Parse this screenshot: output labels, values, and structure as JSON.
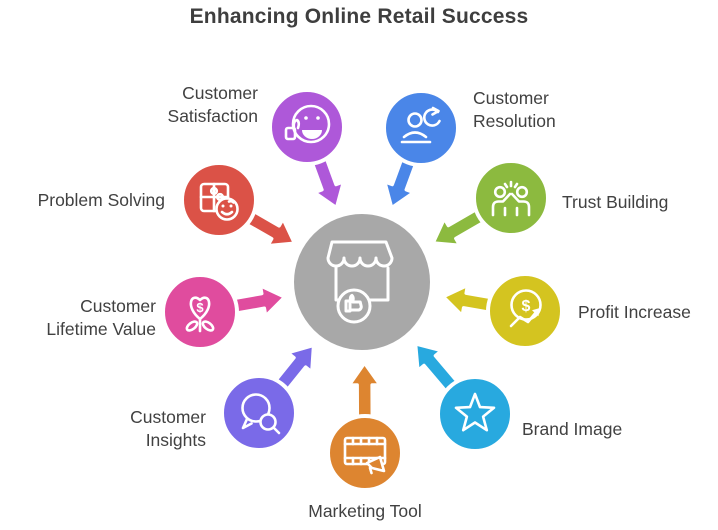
{
  "title": "Enhancing Online Retail Success",
  "colors": {
    "center_circle": "#a8a8a8",
    "label_text": "#414141"
  },
  "glyphs": {
    "dollar": "$"
  },
  "center": {
    "icon": "storefront-thumbs-up-icon"
  },
  "nodes": [
    {
      "id": "customer-satisfaction",
      "label": "Customer\nSatisfaction",
      "color": "#ae58d9",
      "icon": "smiley-thumbs-up-icon"
    },
    {
      "id": "customer-resolution",
      "label": "Customer\nResolution",
      "color": "#4a86e8",
      "icon": "person-refresh-icon"
    },
    {
      "id": "trust-building",
      "label": "Trust Building",
      "color": "#8cba3f",
      "icon": "high-five-people-icon"
    },
    {
      "id": "profit-increase",
      "label": "Profit Increase",
      "color": "#d4c420",
      "icon": "dollar-growth-chart-icon"
    },
    {
      "id": "brand-image",
      "label": "Brand Image",
      "color": "#28a9df",
      "icon": "star-icon"
    },
    {
      "id": "marketing-tool",
      "label": "Marketing Tool",
      "color": "#dd8530",
      "icon": "billboard-megaphone-icon"
    },
    {
      "id": "customer-insights",
      "label": "Customer\nInsights",
      "color": "#7a6ae8",
      "icon": "chat-magnifier-icon"
    },
    {
      "id": "customer-lifetime-value",
      "label": "Customer\nLifetime Value",
      "color": "#e04c9e",
      "icon": "heart-dollar-plant-icon"
    },
    {
      "id": "problem-solving",
      "label": "Problem Solving",
      "color": "#db5247",
      "icon": "puzzle-smiley-icon"
    }
  ]
}
